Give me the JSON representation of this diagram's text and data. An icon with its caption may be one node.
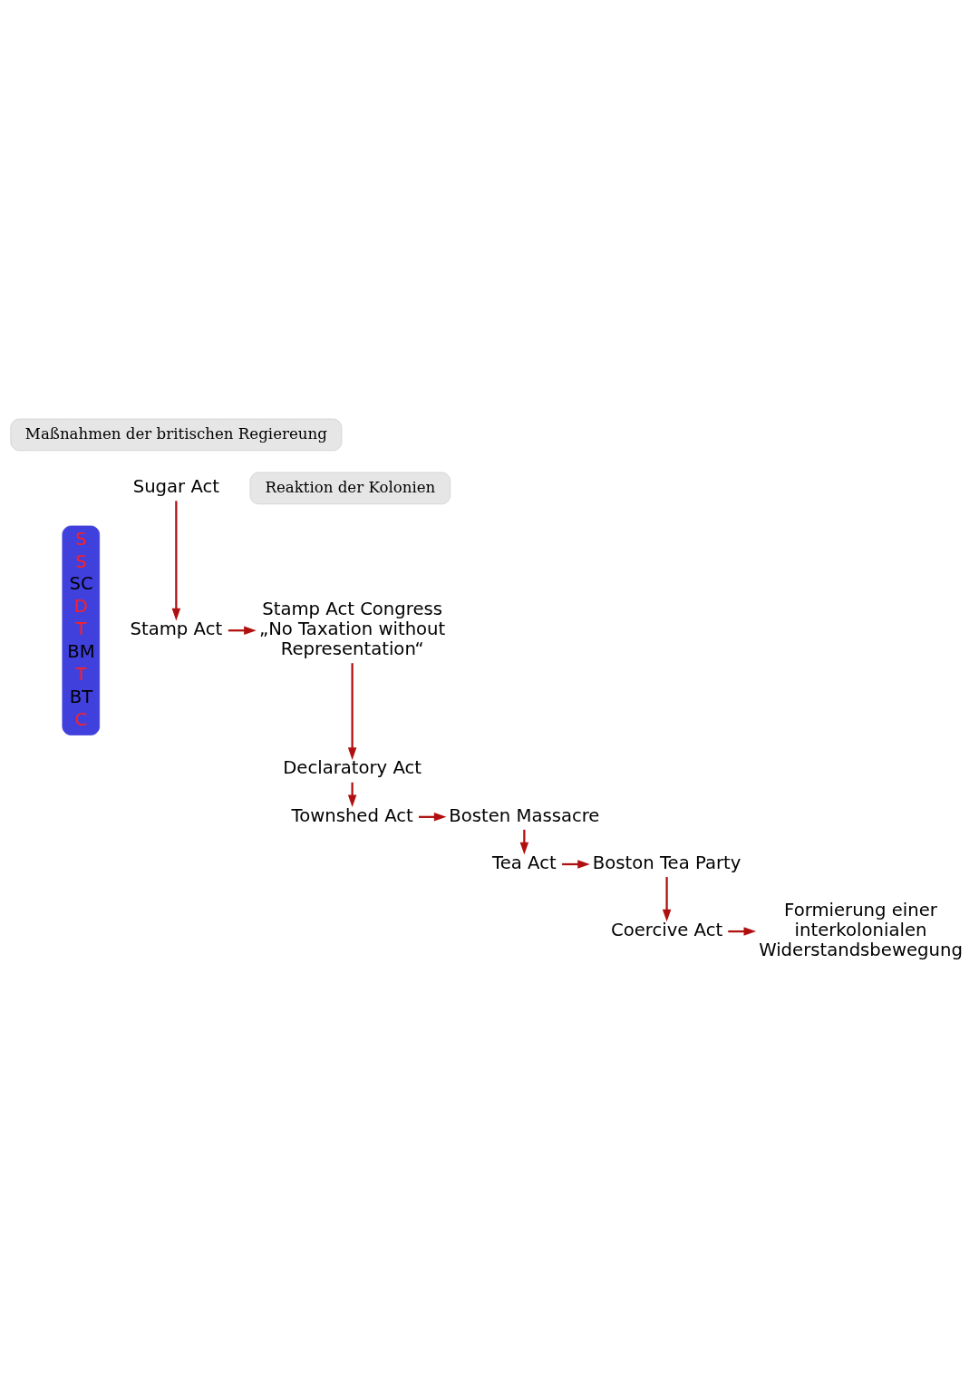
{
  "diagram": {
    "nodes": [
      {
        "text": [
          "Maßnahmen der britischen Regiereung"
        ]
      },
      {
        "text": [
          "Reaktion der Kolonien"
        ]
      },
      {
        "text": [
          "S",
          "S",
          "SC",
          "D",
          "T",
          "BM",
          "T",
          "BT",
          "C"
        ]
      },
      {
        "text": [
          "Sugar Act"
        ]
      },
      {
        "text": [
          "Stamp Act"
        ]
      },
      {
        "text": [
          "Stamp Act Congress",
          "„No Taxation without Representation“"
        ]
      },
      {
        "text": [
          "Declaratory Act"
        ]
      },
      {
        "text": [
          "Townshed Act"
        ]
      },
      {
        "text": [
          "Bosten Massacre"
        ]
      },
      {
        "text": [
          "Tea Act"
        ]
      },
      {
        "text": [
          "Boston Tea Party"
        ]
      },
      {
        "text": [
          "Coercive Act"
        ]
      },
      {
        "text": [
          "Formierung einer interkolonialen Widerstandsbewegung"
        ]
      }
    ],
    "edges": [
      {
        "from": 3,
        "to": 4,
        "arrow": "to"
      },
      {
        "from": 4,
        "to": 5,
        "arrow": "to"
      },
      {
        "from": 5,
        "to": 6,
        "arrow": "to"
      },
      {
        "from": 6,
        "to": 7,
        "arrow": "to"
      },
      {
        "from": 7,
        "to": 8,
        "arrow": "to"
      },
      {
        "from": 8,
        "to": 9,
        "arrow": "to"
      },
      {
        "from": 9,
        "to": 10,
        "arrow": "to"
      },
      {
        "from": 10,
        "to": 11,
        "arrow": "to"
      },
      {
        "from": 11,
        "to": 12,
        "arrow": "to"
      }
    ]
  }
}
